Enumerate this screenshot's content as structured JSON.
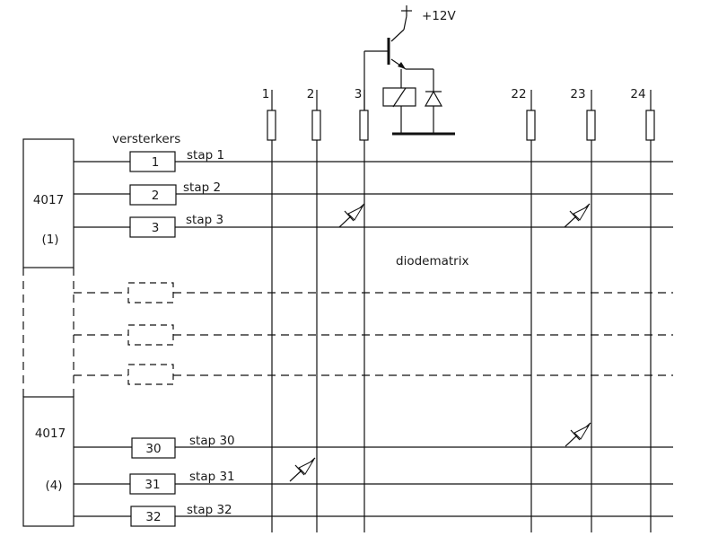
{
  "supply_label": "+12V",
  "section_label": "versterkers",
  "matrix_label": "diodematrix",
  "counters": [
    {
      "name": "4017",
      "index": "(1)"
    },
    {
      "name": "4017",
      "index": "(4)"
    }
  ],
  "columns": [
    "1",
    "2",
    "3",
    "22",
    "23",
    "24"
  ],
  "amplifiers": [
    "1",
    "2",
    "3",
    "30",
    "31",
    "32"
  ],
  "steps": [
    "stap 1",
    "stap 2",
    "stap 3",
    "stap 30",
    "stap 31",
    "stap 32"
  ]
}
